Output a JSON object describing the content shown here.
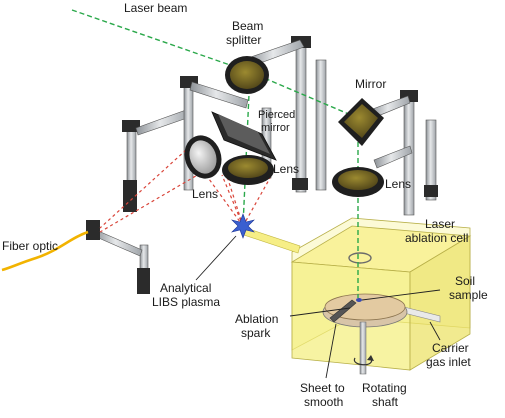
{
  "labels": {
    "laser_beam": "Laser beam",
    "beam_splitter_1": "Beam",
    "beam_splitter_2": "splitter",
    "mirror": "Mirror",
    "pierced_mirror_1": "Pierced",
    "pierced_mirror_2": "mirror",
    "lens_left": "Lens",
    "lens_center": "Lens",
    "lens_right": "Lens",
    "fiber_optic": "Fiber optic",
    "ablation_cell_1": "Laser",
    "ablation_cell_2": "ablation cell",
    "soil_sample_1": "Soil",
    "soil_sample_2": "sample",
    "libs_plasma_1": "Analytical",
    "libs_plasma_2": "LIBS plasma",
    "ablation_spark_1": "Ablation",
    "ablation_spark_2": "spark",
    "carrier_gas_1": "Carrier",
    "carrier_gas_2": "gas inlet",
    "sheet_1": "Sheet to",
    "sheet_2": "smooth",
    "shaft_1": "Rotating",
    "shaft_2": "shaft"
  },
  "colors": {
    "laser_path": "#2aa84a",
    "collection_path": "#d9453a",
    "cell_fill": "#f4ee7a",
    "fiber": "#f2b300",
    "optic_glass": "#7a6a1e",
    "post": "#c8ccd0"
  }
}
